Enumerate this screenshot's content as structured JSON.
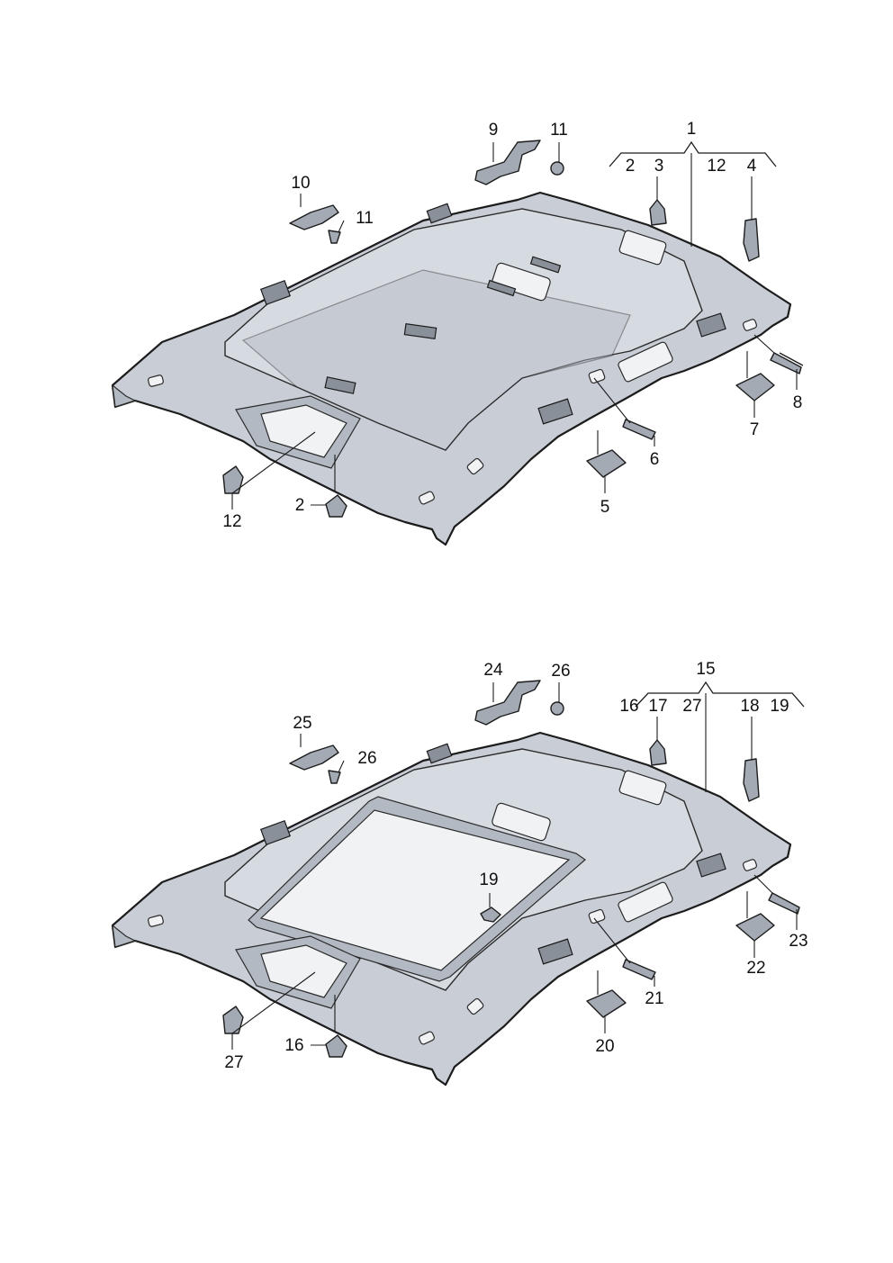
{
  "colors": {
    "headliner": "#c9ced6",
    "part": "#a3aab4",
    "line": "#1c1c1c"
  },
  "diagrams": [
    {
      "id": "top",
      "sunroof": false,
      "callouts": {
        "assembly": "1",
        "group": [
          "2",
          "3",
          "12",
          "4"
        ],
        "handle_front": "9",
        "screw_front": "11",
        "handle_side": "10",
        "screw_side": "11",
        "clip_right": "8",
        "clip_rear": "7",
        "clip_mid": "6",
        "holder_mid": "5",
        "clip_left": "12",
        "clip_bottom": "2"
      }
    },
    {
      "id": "bottom",
      "sunroof": true,
      "callouts": {
        "assembly": "15",
        "group": [
          "16",
          "17",
          "27",
          "18",
          "19"
        ],
        "handle_front": "24",
        "screw_front": "26",
        "handle_side": "25",
        "screw_side": "26",
        "clip_right": "23",
        "clip_rear": "22",
        "clip_mid": "21",
        "holder_mid": "20",
        "clip_left": "27",
        "clip_bottom": "16",
        "sunroof_clip": "19"
      }
    }
  ]
}
